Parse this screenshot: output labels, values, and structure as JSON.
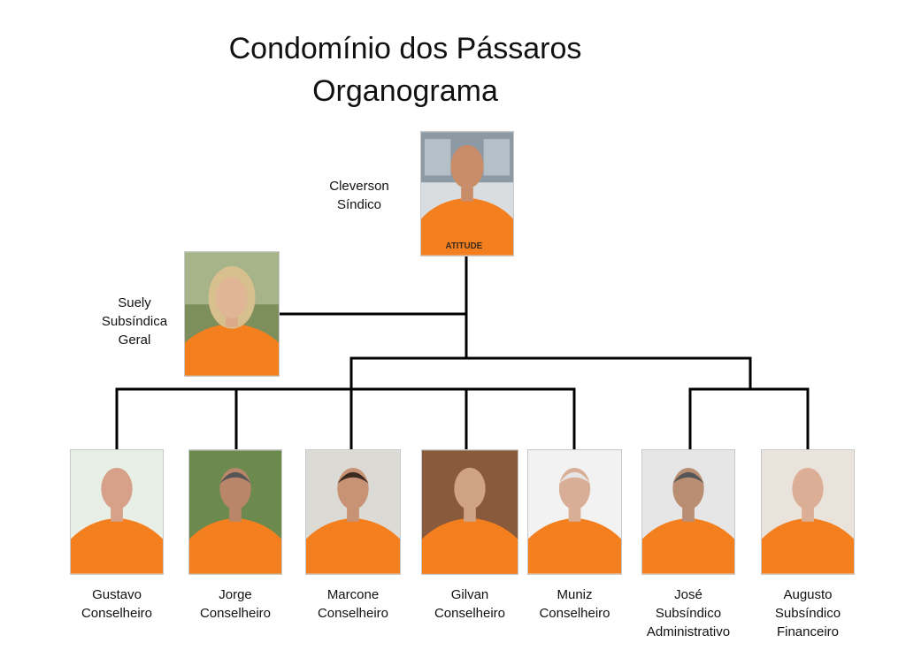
{
  "title": {
    "line1": "Condomínio dos Pássaros",
    "line2": "Organograma"
  },
  "colors": {
    "shirt": "#f47f1f",
    "connector": "#000000"
  },
  "top": {
    "name": "Cleverson",
    "role": "Síndico",
    "shirt_print": "ATITUDE"
  },
  "second": {
    "name": "Suely",
    "role_line1": "Subsíndica",
    "role_line2": "Geral"
  },
  "members": [
    {
      "name": "Gustavo",
      "role": "Conselheiro",
      "role2": ""
    },
    {
      "name": "Jorge",
      "role": "Conselheiro",
      "role2": ""
    },
    {
      "name": "Marcone",
      "role": "Conselheiro",
      "role2": ""
    },
    {
      "name": "Gilvan",
      "role": "Conselheiro",
      "role2": ""
    },
    {
      "name": "Muniz",
      "role": "Conselheiro",
      "role2": ""
    },
    {
      "name": "José",
      "role": "Subsíndico",
      "role2": "Administrativo"
    },
    {
      "name": "Augusto",
      "role": "Subsíndico",
      "role2": "Financeiro"
    }
  ]
}
